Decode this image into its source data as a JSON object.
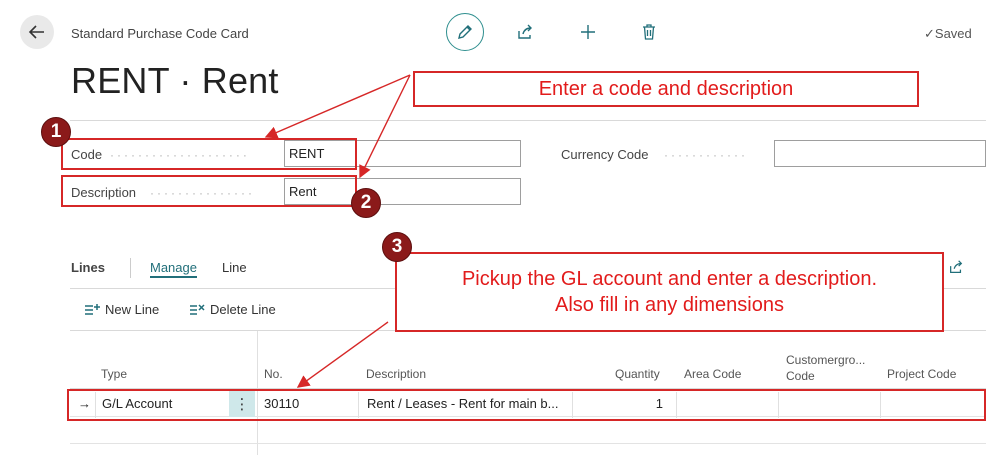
{
  "header": {
    "page_type": "Standard Purchase Code Card",
    "saved_text": "Saved",
    "back_icon": "arrow-left-icon",
    "edit_icon": "pencil-icon",
    "share_icon": "share-icon",
    "add_icon": "plus-icon",
    "delete_icon": "trash-icon"
  },
  "title": "RENT · Rent",
  "fields": {
    "code_label": "Code",
    "code_value": "RENT",
    "description_label": "Description",
    "description_value": "Rent",
    "currency_label": "Currency Code",
    "currency_value": ""
  },
  "lines": {
    "title": "Lines",
    "tab_manage": "Manage",
    "tab_line": "Line",
    "new_line": "New Line",
    "delete_line": "Delete Line",
    "columns": {
      "type": "Type",
      "no": "No.",
      "description": "Description",
      "quantity": "Quantity",
      "area_code": "Area Code",
      "customergroup_line1": "Customergro...",
      "customergroup_line2": "Code",
      "project_code": "Project Code"
    },
    "rows": [
      {
        "marker": "→",
        "type": "G/L Account",
        "no": "30110",
        "description": "Rent / Leases - Rent for main b...",
        "quantity": "1",
        "area_code": "",
        "customergroup_code": "",
        "project_code": ""
      }
    ]
  },
  "callouts": {
    "c1": "Enter a code and description",
    "c3_line1": "Pickup the GL account and enter a description.",
    "c3_line2": "Also fill in any dimensions",
    "badge1": "1",
    "badge2": "2",
    "badge3": "3"
  },
  "colors": {
    "accent": "#216f7a",
    "annotation_red": "#d62727",
    "badge_fill": "#8b1a1a"
  }
}
